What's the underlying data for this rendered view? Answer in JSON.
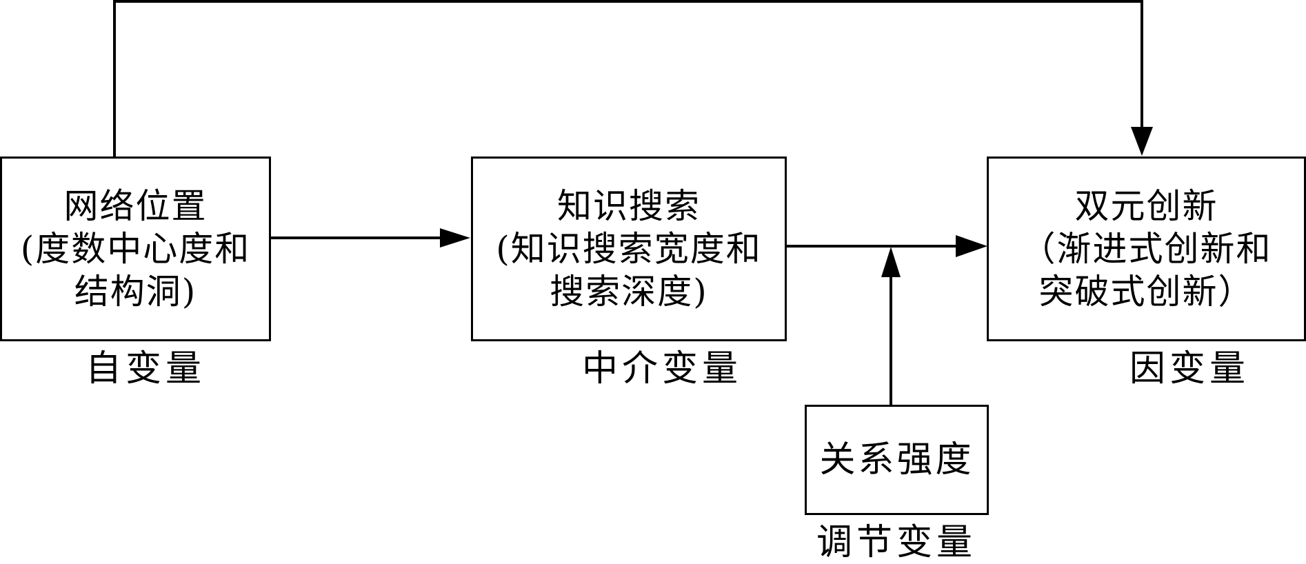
{
  "independent": {
    "title": "网络位置",
    "detail_line1": "(度数中心度和",
    "detail_line2": "结构洞)",
    "caption": "自变量"
  },
  "mediator": {
    "title": "知识搜索",
    "detail_line1": "(知识搜索宽度和",
    "detail_line2": "搜索深度)",
    "caption": "中介变量"
  },
  "dependent": {
    "title": "双元创新",
    "detail_line1": "（渐进式创新和",
    "detail_line2": "突破式创新）",
    "caption": "因变量"
  },
  "moderator": {
    "title": "关系强度",
    "caption": "调节变量"
  },
  "colors": {
    "stroke": "#000000",
    "background": "#ffffff"
  }
}
